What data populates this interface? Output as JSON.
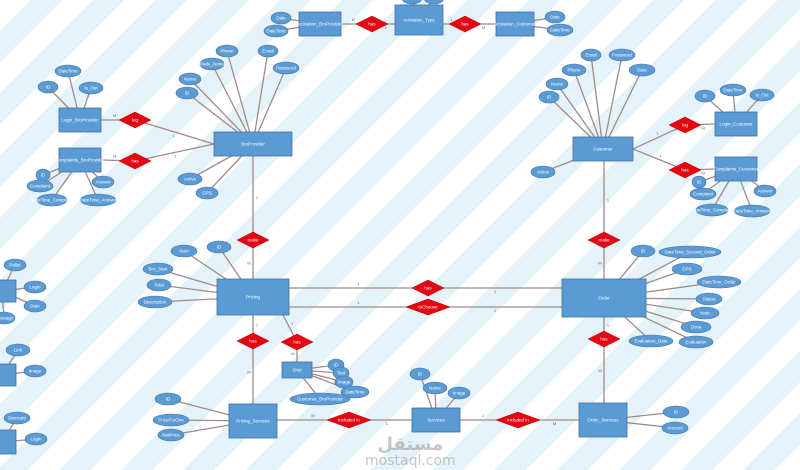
{
  "colors": {
    "entity": "#5b9bd5",
    "relationship": "#e30613",
    "line": "#a28a8a"
  },
  "entities": [
    {
      "id": "activation_bp",
      "label": "Activation_BroProvider"
    },
    {
      "id": "activation_type",
      "label": "Activation_Type"
    },
    {
      "id": "activation_customer",
      "label": "Activation_Customer"
    },
    {
      "id": "login_bp",
      "label": "Login_BroProvider"
    },
    {
      "id": "complaints_bp",
      "label": "Complaints_BroProvider"
    },
    {
      "id": "broprovider",
      "label": "BroProvider"
    },
    {
      "id": "customer",
      "label": "Customer"
    },
    {
      "id": "login_customer",
      "label": "Login_Customer"
    },
    {
      "id": "complaints_customer",
      "label": "Complaints_Customer"
    },
    {
      "id": "pricing",
      "label": "Pricing"
    },
    {
      "id": "order",
      "label": "Order"
    },
    {
      "id": "shot",
      "label": "Shot"
    },
    {
      "id": "pricing_services",
      "label": "Pricing_Services"
    },
    {
      "id": "services",
      "label": "Services"
    },
    {
      "id": "order_services",
      "label": "Order_Services"
    },
    {
      "id": "left1",
      "label": ""
    },
    {
      "id": "left2",
      "label": ""
    },
    {
      "id": "left3",
      "label": ""
    }
  ],
  "attributes": [
    {
      "entity": "broprovider",
      "label": "ID"
    },
    {
      "entity": "broprovider",
      "label": "Name"
    },
    {
      "entity": "broprovider",
      "label": "Trade_Name"
    },
    {
      "entity": "broprovider",
      "label": "Phone"
    },
    {
      "entity": "broprovider",
      "label": "Email"
    },
    {
      "entity": "broprovider",
      "label": "Password"
    },
    {
      "entity": "broprovider",
      "label": "Active"
    },
    {
      "entity": "broprovider",
      "label": "GPS"
    },
    {
      "entity": "activation_bp",
      "label": "Date"
    },
    {
      "entity": "activation_bp",
      "label": "DateTime"
    },
    {
      "entity": "activation_type",
      "label": ""
    },
    {
      "entity": "activation_type",
      "label": ""
    },
    {
      "entity": "activation_customer",
      "label": "Date"
    },
    {
      "entity": "activation_customer",
      "label": "DateTime"
    },
    {
      "entity": "login_bp",
      "label": "ID"
    },
    {
      "entity": "login_bp",
      "label": "DateTime"
    },
    {
      "entity": "login_bp",
      "label": "Is_Out"
    },
    {
      "entity": "complaints_bp",
      "label": "ID"
    },
    {
      "entity": "complaints_bp",
      "label": "Complaint"
    },
    {
      "entity": "complaints_bp",
      "label": "DateTime_Complaint"
    },
    {
      "entity": "complaints_bp",
      "label": "DateTime_Answer"
    },
    {
      "entity": "complaints_bp",
      "label": "Answer"
    },
    {
      "entity": "customer",
      "label": "ID"
    },
    {
      "entity": "customer",
      "label": "Name"
    },
    {
      "entity": "customer",
      "label": "Phone"
    },
    {
      "entity": "customer",
      "label": "Email"
    },
    {
      "entity": "customer",
      "label": "Password"
    },
    {
      "entity": "customer",
      "label": "Date"
    },
    {
      "entity": "customer",
      "label": "Active"
    },
    {
      "entity": "login_customer",
      "label": "ID"
    },
    {
      "entity": "login_customer",
      "label": "DateTime"
    },
    {
      "entity": "login_customer",
      "label": "Is_Out"
    },
    {
      "entity": "complaints_customer",
      "label": "ID"
    },
    {
      "entity": "complaints_customer",
      "label": "Complaint"
    },
    {
      "entity": "complaints_customer",
      "label": "DateTime_Complaint"
    },
    {
      "entity": "complaints_customer",
      "label": "DateTime_Answer"
    },
    {
      "entity": "complaints_customer",
      "label": "Answer"
    },
    {
      "entity": "pricing",
      "label": "Num"
    },
    {
      "entity": "pricing",
      "label": "ID"
    },
    {
      "entity": "pricing",
      "label": "Bro_Start"
    },
    {
      "entity": "pricing",
      "label": "Total"
    },
    {
      "entity": "pricing",
      "label": "Description"
    },
    {
      "entity": "order",
      "label": "ID"
    },
    {
      "entity": "order",
      "label": "DateTime_Second_Order"
    },
    {
      "entity": "order",
      "label": "GPS"
    },
    {
      "entity": "order",
      "label": "DateTime_Order"
    },
    {
      "entity": "order",
      "label": "Status"
    },
    {
      "entity": "order",
      "label": "Note"
    },
    {
      "entity": "order",
      "label": "Done"
    },
    {
      "entity": "order",
      "label": "Evaluation_Date"
    },
    {
      "entity": "order",
      "label": "Evaluation"
    },
    {
      "entity": "shot",
      "label": "ID"
    },
    {
      "entity": "shot",
      "label": "Text"
    },
    {
      "entity": "shot",
      "label": "Image"
    },
    {
      "entity": "shot",
      "label": "DateTime"
    },
    {
      "entity": "shot",
      "label": "Customer_BroProvider"
    },
    {
      "entity": "pricing_services",
      "label": "ID"
    },
    {
      "entity": "pricing_services",
      "label": "PriceForOne"
    },
    {
      "entity": "pricing_services",
      "label": "NetPrice"
    },
    {
      "entity": "services",
      "label": "ID"
    },
    {
      "entity": "services",
      "label": "Name"
    },
    {
      "entity": "services",
      "label": "Image"
    },
    {
      "entity": "order_services",
      "label": "ID"
    },
    {
      "entity": "order_services",
      "label": "Amount"
    },
    {
      "entity": "left1",
      "label": "Pallet"
    },
    {
      "entity": "left1",
      "label": "Login"
    },
    {
      "entity": "left1",
      "label": "Date"
    },
    {
      "entity": "left1",
      "label": "Message"
    },
    {
      "entity": "left2",
      "label": "Link"
    },
    {
      "entity": "left2",
      "label": "Image"
    },
    {
      "entity": "left3",
      "label": "Discount"
    },
    {
      "entity": "left3",
      "label": "Login"
    }
  ],
  "relationships": [
    {
      "id": "r_act_bp",
      "label": "has",
      "cards": [
        "M",
        "1"
      ]
    },
    {
      "id": "r_act_c",
      "label": "has",
      "cards": [
        "1",
        "M"
      ]
    },
    {
      "id": "r_log_bp",
      "label": "log",
      "cards": [
        "M",
        "1"
      ]
    },
    {
      "id": "r_comp_bp",
      "label": "has",
      "cards": [
        "M",
        "1"
      ]
    },
    {
      "id": "r_make_bp",
      "label": "make",
      "cards": [
        "1",
        "M"
      ]
    },
    {
      "id": "r_make_c",
      "label": "make",
      "cards": [
        "1",
        "M"
      ]
    },
    {
      "id": "r_has_po",
      "label": "has",
      "cards": [
        "1",
        "1"
      ]
    },
    {
      "id": "r_choose",
      "label": "toChoose",
      "cards": [
        "1",
        "1"
      ]
    },
    {
      "id": "r_has_ps",
      "label": "has",
      "cards": [
        "1",
        "M"
      ]
    },
    {
      "id": "r_has_shot",
      "label": "has",
      "cards": [
        "1",
        "M"
      ]
    },
    {
      "id": "r_has_os",
      "label": "has",
      "cards": [
        "1",
        "M"
      ]
    },
    {
      "id": "r_incl1",
      "label": "included in",
      "cards": [
        "M",
        "1"
      ]
    },
    {
      "id": "r_incl2",
      "label": "included in",
      "cards": [
        "1",
        "M"
      ]
    },
    {
      "id": "r_log_c",
      "label": "log",
      "cards": [
        "1",
        "M"
      ]
    },
    {
      "id": "r_comp_c",
      "label": "has",
      "cards": [
        "1",
        "M"
      ]
    }
  ],
  "watermark": {
    "arabic": "مستقل",
    "latin": "mostaql.com"
  }
}
